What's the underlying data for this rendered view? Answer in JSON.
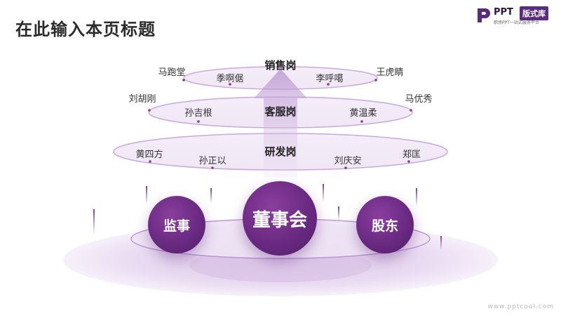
{
  "page": {
    "title": "在此输入本页标题"
  },
  "logo": {
    "text": "PPT",
    "badge": "版式库",
    "subtitle": "职场PPT一站式服务平台"
  },
  "tiers": [
    {
      "label": "销售岗",
      "people": [
        "马跑堂",
        "季啊倨",
        "李呼噶",
        "王虎睛"
      ]
    },
    {
      "label": "客服岗",
      "people": [
        "刘胡刚",
        "孙吉根",
        "黄温柔",
        "马优秀"
      ]
    },
    {
      "label": "研发岗",
      "people": [
        "黄四方",
        "孙正以",
        "刘庆安",
        "郑匡"
      ]
    }
  ],
  "core": {
    "left": "监事",
    "center": "董事会",
    "right": "股东"
  },
  "watermark": "www.pptcool.com",
  "colors": {
    "accent": "#6a2a82",
    "ring": "#c9a8dc"
  }
}
